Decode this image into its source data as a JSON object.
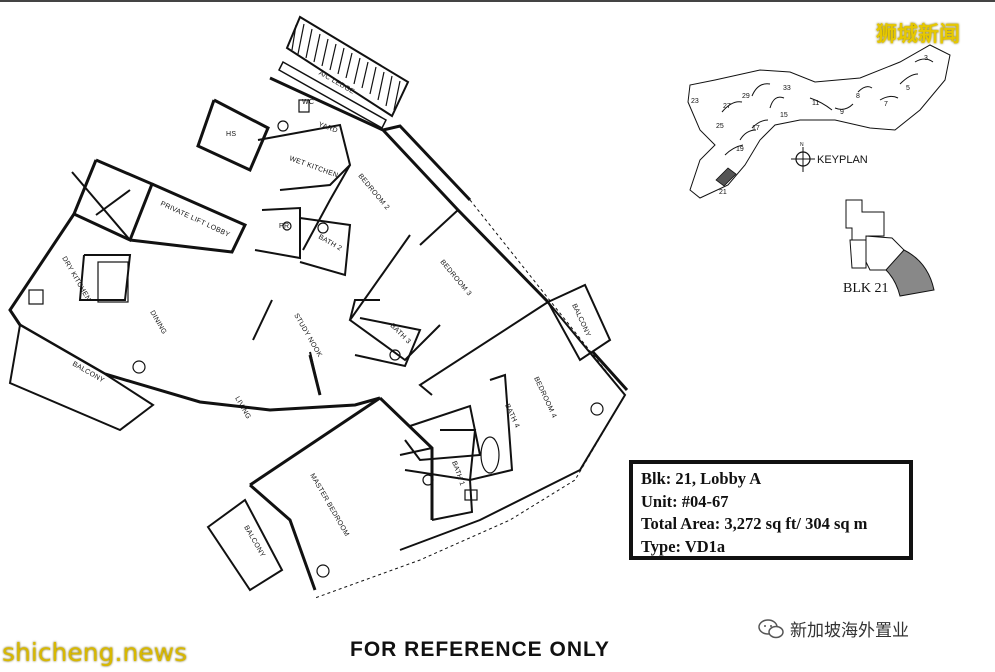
{
  "watermark_top": "狮城新闻",
  "watermark_bottom": "shicheng.news",
  "wechat_account": "新加坡海外置业",
  "footer": "FOR REFERENCE ONLY",
  "info": {
    "blk": "Blk: 21, Lobby A",
    "unit": "Unit: #04-67",
    "area": "Total Area: 3,272 sq ft/ 304 sq m",
    "type": "Type: VD1a"
  },
  "keyplan": {
    "label": "KEYPLAN",
    "north": "N",
    "blocks": [
      "3",
      "5",
      "7",
      "8",
      "9",
      "11",
      "33",
      "29",
      "27",
      "23",
      "25",
      "17",
      "15",
      "19",
      "21"
    ]
  },
  "block_label": "BLK 21",
  "rooms": {
    "ac_ledge": "A/C LEDGE",
    "yard": "YARD",
    "wc": "WC",
    "hs": "HS",
    "wet_kitchen": "WET KITCHEN",
    "bedroom2": "BEDROOM 2",
    "bedroom3": "BEDROOM 3",
    "bedroom4": "BEDROOM 4",
    "private_lift_lobby": "PRIVATE LIFT LOBBY",
    "pr": "PR",
    "bath2": "BATH 2",
    "bath3": "BATH 3",
    "bath4": "BATH 4",
    "bath1": "BATH 1",
    "dry_kitchen": "DRY KITCHEN",
    "dining": "DINING",
    "study_nook": "STUDY NOOK",
    "living": "LIVING",
    "master_bedroom": "MASTER BEDROOM",
    "balcony": "BALCONY"
  },
  "colors": {
    "watermark": "#e6c800",
    "line": "#111111",
    "highlight_unit": "#777777"
  }
}
